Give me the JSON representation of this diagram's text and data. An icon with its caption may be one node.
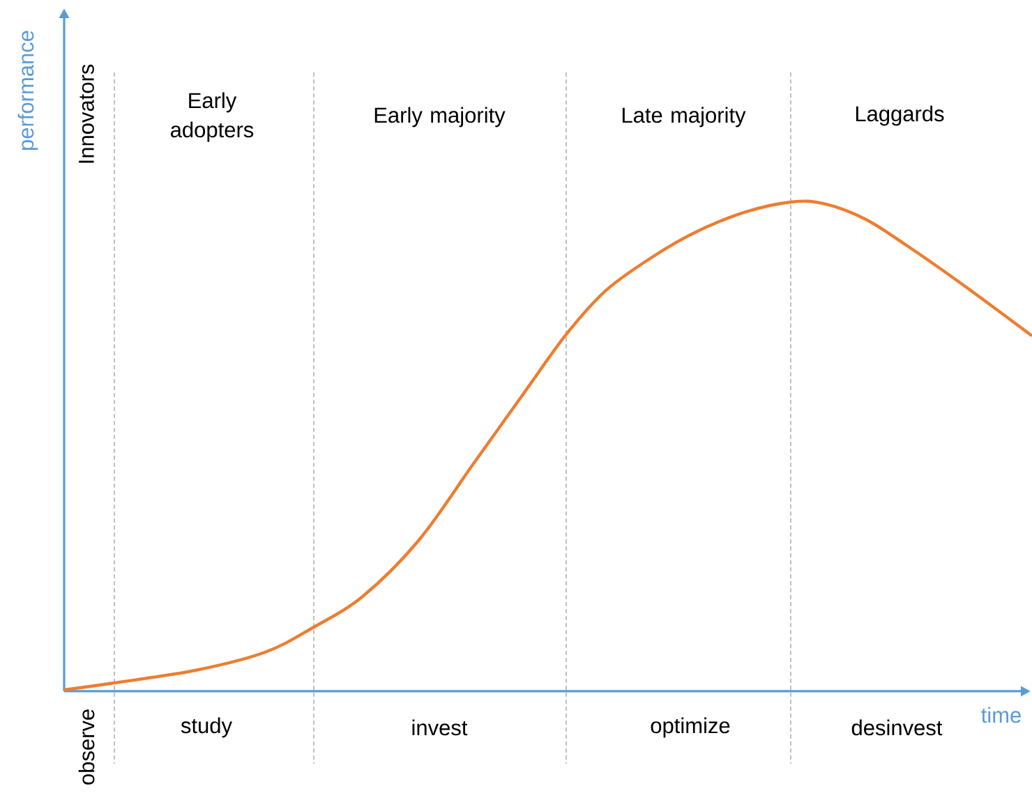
{
  "diagram": {
    "labels": [
      "performance",
      "Innovators",
      "Early adopters",
      "Early majority",
      "Late majority",
      "Laggards",
      "time",
      "observe",
      "study",
      "invest",
      "optimize",
      "desinvest"
    ]
  }
}
